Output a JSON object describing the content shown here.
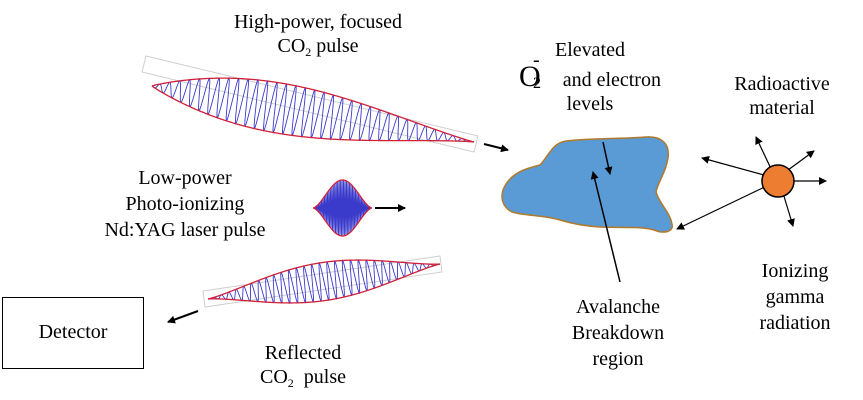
{
  "labels": {
    "co2_focused_line1": "High-power, focused",
    "co2_focused_line2_prefix": "CO",
    "co2_focused_line2_sub": "2",
    "co2_focused_line2_suffix": " pulse",
    "nd_yag_line1": "Low-power",
    "nd_yag_line2": "Photo-ionizing",
    "nd_yag_line3": "Nd:YAG laser pulse",
    "elevated_line1": "Elevated",
    "elevated_o": "O",
    "elevated_o_sup": "-",
    "elevated_o_sub": "2",
    "elevated_line2_rest": "and electron",
    "elevated_line3": "levels",
    "radioactive_line1": "Radioactive",
    "radioactive_line2": "material",
    "ionizing_line1": "Ionizing",
    "ionizing_line2": "gamma",
    "ionizing_line3": "radiation",
    "avalanche_line1": "Avalanche",
    "avalanche_line2": "Breakdown",
    "avalanche_line3": "region",
    "reflected_line1": "Reflected",
    "reflected_line2_prefix": "CO",
    "reflected_line2_sub": "2",
    "reflected_line2_suffix": "  pulse",
    "detector": "Detector"
  },
  "colors": {
    "wave_fill": "#3a3acb",
    "envelope": "#d0203a",
    "breakdown_region": "#5b9bd5",
    "source": "#ed7d31"
  }
}
